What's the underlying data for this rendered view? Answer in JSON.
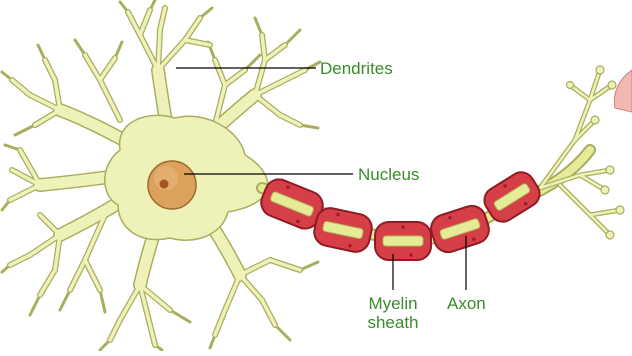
{
  "diagram": {
    "labels": {
      "dendrites": "Dendrites",
      "nucleus": "Nucleus",
      "myelin_line1": "Myelin",
      "myelin_line2": "sheath",
      "axon": "Axon"
    },
    "colors": {
      "cell_fill": "#eef1b8",
      "cell_stroke": "#a9ae5f",
      "nucleus_fill": "#dca15d",
      "nucleus_stroke": "#9b6a2e",
      "nucleolus": "#a4541f",
      "myelin_fill": "#d63e48",
      "myelin_stroke": "#8f1c24",
      "myelin_dot": "#9a2026",
      "axon_core": "#e6eb98",
      "label_text": "#3b8a2e",
      "leader_line": "#000000",
      "terminal_tip": "#f1b7b1"
    }
  }
}
